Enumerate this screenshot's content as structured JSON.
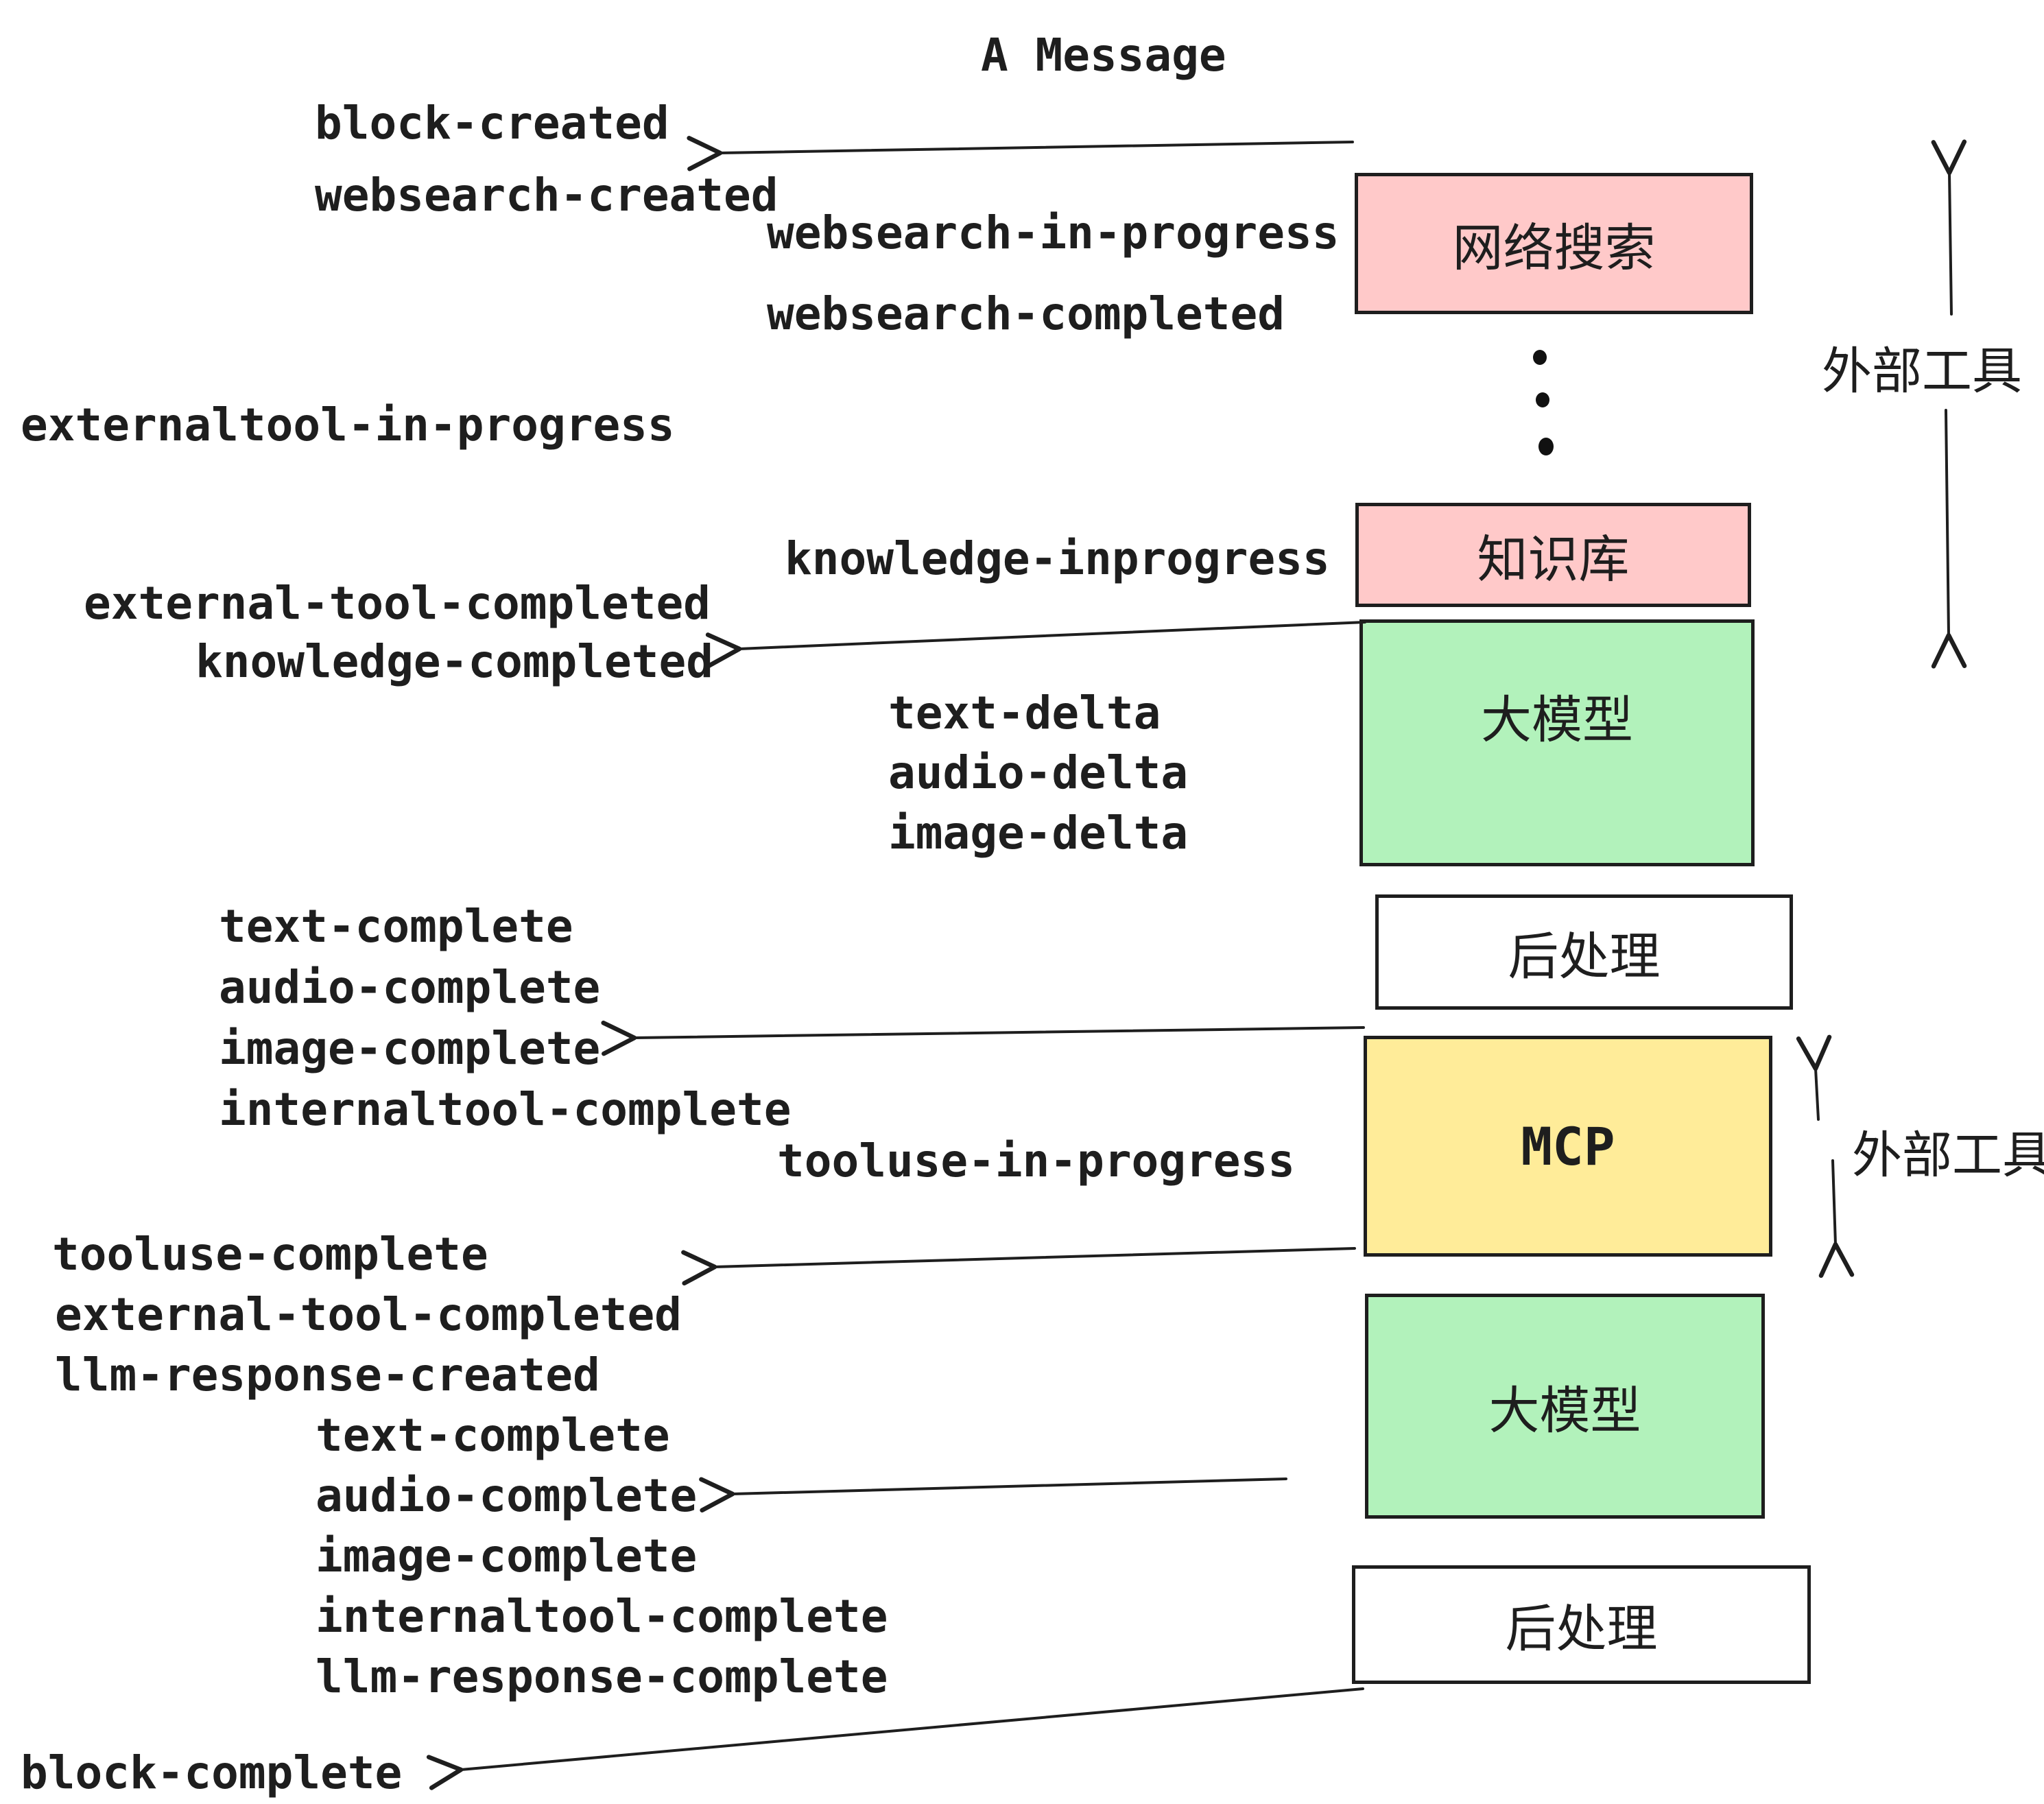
{
  "title": "A Message",
  "colors": {
    "ink": "#1e1e1e",
    "pink": "#ffc9c9",
    "green": "#b2f2bb",
    "yellow": "#ffec99",
    "white": "#ffffff"
  },
  "boxes": [
    {
      "id": "web-search",
      "label": "网络搜索"
    },
    {
      "id": "knowledge-base",
      "label": "知识库"
    },
    {
      "id": "llm-1",
      "label": "大模型"
    },
    {
      "id": "post-process-1",
      "label": "后处理"
    },
    {
      "id": "mcp",
      "label": "MCP"
    },
    {
      "id": "llm-2",
      "label": "大模型"
    },
    {
      "id": "post-process-2",
      "label": "后处理"
    }
  ],
  "side_labels": [
    {
      "id": "external-tools-top",
      "label": "外部工具"
    },
    {
      "id": "external-tools-mcp",
      "label": "外部工具"
    }
  ],
  "events": [
    {
      "id": "block-created",
      "text": "block-created"
    },
    {
      "id": "websearch-created",
      "text": "websearch-created"
    },
    {
      "id": "websearch-in-progress",
      "text": "websearch-in-progress"
    },
    {
      "id": "websearch-completed",
      "text": "websearch-completed"
    },
    {
      "id": "externaltool-in-progress",
      "text": "externaltool-in-progress"
    },
    {
      "id": "knowledge-inprogress",
      "text": "knowledge-inprogress"
    },
    {
      "id": "external-tool-completed-1",
      "text": "external-tool-completed"
    },
    {
      "id": "knowledge-completed",
      "text": "knowledge-completed"
    },
    {
      "id": "text-delta-1",
      "text": "text-delta"
    },
    {
      "id": "audio-delta-1",
      "text": "audio-delta"
    },
    {
      "id": "image-delta-1",
      "text": "image-delta"
    },
    {
      "id": "text-complete-1",
      "text": "text-complete"
    },
    {
      "id": "audio-complete-1",
      "text": "audio-complete"
    },
    {
      "id": "image-complete-1",
      "text": "image-complete"
    },
    {
      "id": "internaltool-complete-1",
      "text": "internaltool-complete"
    },
    {
      "id": "tooluse-in-progress",
      "text": "tooluse-in-progress"
    },
    {
      "id": "tooluse-complete",
      "text": "tooluse-complete"
    },
    {
      "id": "external-tool-completed-2",
      "text": "external-tool-completed"
    },
    {
      "id": "llm-response-created",
      "text": "llm-response-created"
    },
    {
      "id": "text-complete-2",
      "text": "text-complete"
    },
    {
      "id": "audio-complete-2",
      "text": "audio-complete"
    },
    {
      "id": "image-complete-2",
      "text": "image-complete"
    },
    {
      "id": "internaltool-complete-2",
      "text": "internaltool-complete"
    },
    {
      "id": "llm-response-complete",
      "text": "llm-response-complete"
    },
    {
      "id": "block-complete",
      "text": "block-complete"
    }
  ]
}
